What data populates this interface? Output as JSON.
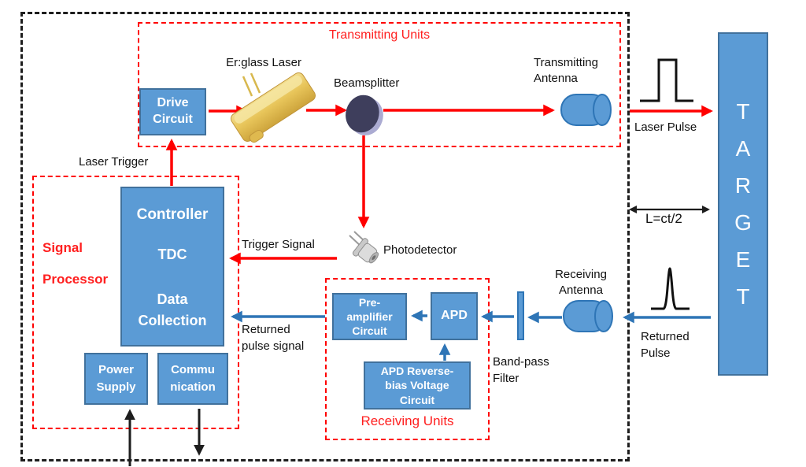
{
  "groups": {
    "transmitting_units": {
      "label": "Transmitting Units"
    },
    "signal_processor": {
      "line1": "Signal",
      "line2": "Processor"
    },
    "receiving_units": {
      "label": "Receiving Units"
    }
  },
  "blocks": {
    "drive_circuit": {
      "lines": [
        "Drive",
        "Circuit"
      ]
    },
    "controller": {
      "lines": [
        "Controller",
        "TDC",
        "Data",
        "Collection"
      ]
    },
    "power_supply": {
      "lines": [
        "Power",
        "Supply"
      ]
    },
    "communication": {
      "lines": [
        "Commu",
        "nication"
      ]
    },
    "pre_amplifier": {
      "lines": [
        "Pre-",
        "amplifier",
        "Circuit"
      ]
    },
    "apd": {
      "label": "APD"
    },
    "apd_reverse_bias": {
      "lines": [
        "APD Reverse-",
        "bias Voltage",
        "Circuit"
      ]
    },
    "target": {
      "letters": [
        "T",
        "A",
        "R",
        "G",
        "E",
        "T"
      ]
    }
  },
  "components": {
    "er_glass_laser": "Er:glass Laser",
    "beamsplitter": "Beamsplitter",
    "photodetector": "Photodetector",
    "transmitting_antenna": {
      "line1": "Transmitting",
      "line2": "Antenna"
    },
    "receiving_antenna": {
      "line1": "Receiving",
      "line2": "Antenna"
    },
    "band_pass_filter": {
      "line1": "Band-pass",
      "line2": "Filter"
    }
  },
  "signals": {
    "laser_trigger": "Laser Trigger",
    "trigger_signal": "Trigger Signal",
    "returned_pulse_signal": {
      "line1": "Returned",
      "line2": "pulse signal"
    },
    "laser_pulse": "Laser Pulse",
    "returned_pulse": {
      "line1": "Returned",
      "line2": "Pulse"
    },
    "distance_formula": "L=ct/2"
  },
  "colors": {
    "block_fill": "#5b9bd5",
    "block_border": "#41719c",
    "red_accent": "#ff0000",
    "blue_arrow": "#2e75b6",
    "black_line": "#1d1d1d",
    "beamsplitter_dark": "#3e3e5c",
    "beamsplitter_rim": "#ababd2",
    "laser_gold": "#e8c55a"
  }
}
